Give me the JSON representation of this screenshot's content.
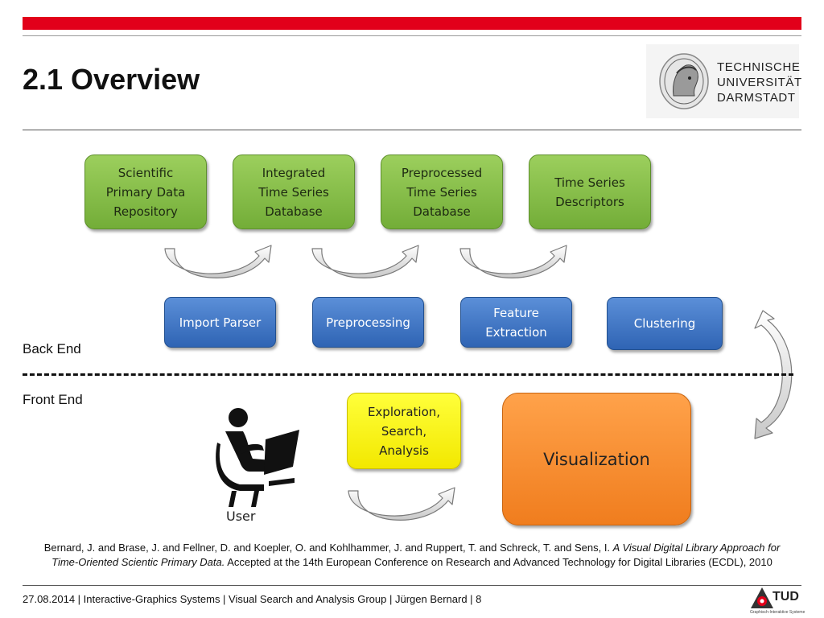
{
  "slide": {
    "title": "2.1 Overview",
    "logo_text": "TECHNISCHE\nUNIVERSITÄT\nDARMSTADT"
  },
  "diagram": {
    "data_stores": [
      {
        "label": "Scientific\nPrimary Data\nRepository"
      },
      {
        "label": "Integrated\nTime Series\nDatabase"
      },
      {
        "label": "Preprocessed\nTime Series\nDatabase"
      },
      {
        "label": "Time Series\nDescriptors"
      }
    ],
    "processes": [
      {
        "label": "Import Parser"
      },
      {
        "label": "Preprocessing"
      },
      {
        "label": "Feature\nExtraction"
      },
      {
        "label": "Clustering"
      }
    ],
    "back_end_label": "Back End",
    "front_end_label": "Front End",
    "exploration_label": "Exploration,\nSearch,\nAnalysis",
    "visualization_label": "Visualization",
    "user_label": "User"
  },
  "citation": {
    "authors": "Bernard, J. and Brase, J. and Fellner, D. and Koepler, O. and Kohlhammer, J. and Ruppert, T. and Schreck, T. and Sens, I. ",
    "title": "A Visual Digital Library Approach for Time-Oriented Scientic Primary Data.",
    "venue": " Accepted at the 14th European Conference on Research and Advanced Technology for Digital Libraries (ECDL), 2010"
  },
  "footer": {
    "text": "27.08.2014 | Interactive-Graphics Systems | Visual Search and Analysis Group | Jürgen Bernard | 8",
    "badge": "TUD",
    "badge_sub": "Graphisch-Interaktive Systeme"
  }
}
